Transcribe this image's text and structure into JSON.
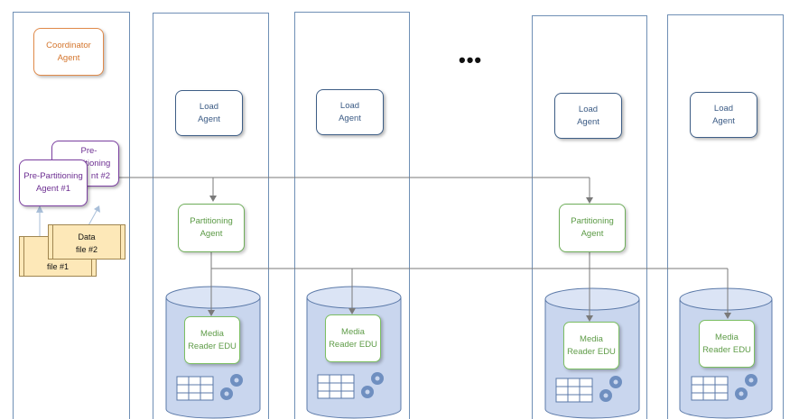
{
  "ellipsis": "•••",
  "coordinator_agent": {
    "line1": "Coordinator",
    "line2": "Agent"
  },
  "load_agent": {
    "line1": "Load",
    "line2": "Agent"
  },
  "pre_partitioning_agent_1": {
    "line1": "Pre-Partitioning",
    "line2": "Agent #1"
  },
  "pre_partitioning_agent_2": {
    "line1": "Pre-Partitioning",
    "line2": "nt #2"
  },
  "data_file_1": {
    "line2": "file #1"
  },
  "data_file_2": {
    "line1": "Data",
    "line2": "file #2"
  },
  "partitioning_agent": {
    "line1": "Partitioning",
    "line2": "Agent"
  },
  "media_reader": {
    "line1": "Media",
    "line2": "Reader EDU"
  },
  "icons": {
    "table": "table-grid-icon",
    "gears": "gears-icon"
  },
  "colors": {
    "coordinator": "#e08a4a",
    "load": "#3e5e86",
    "pre_partitioning": "#7b3fa0",
    "partitioning": "#6fae5a",
    "data_file": "#fde8b8",
    "cylinder": "#c9d6ee"
  }
}
